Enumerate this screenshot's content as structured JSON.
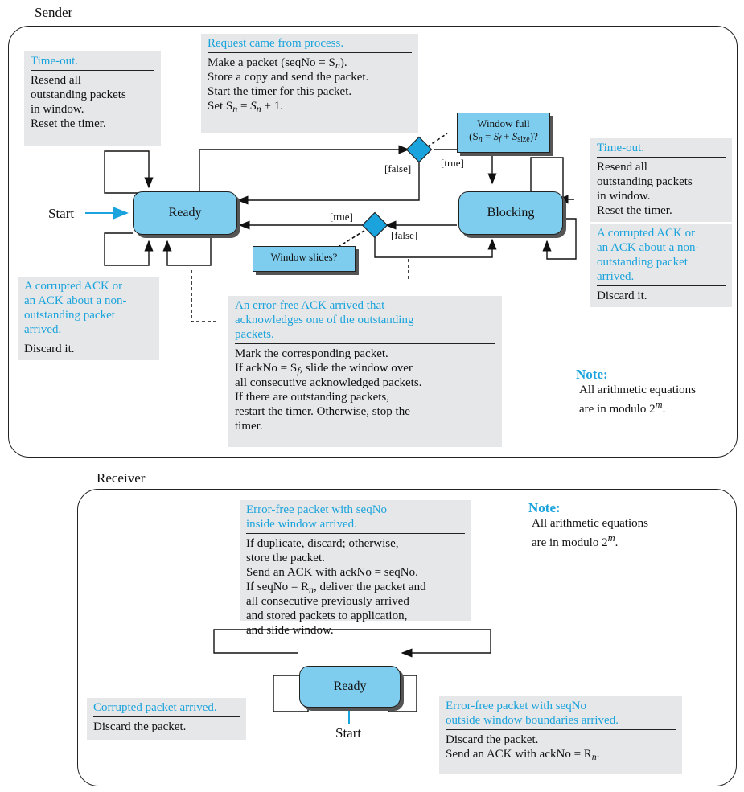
{
  "colors": {
    "condition_text": "#1aa3dc",
    "state_fill": "#7fcdee",
    "note_bg": "#e6e7e8",
    "decision_fill": "#1aa3dc"
  },
  "sender": {
    "label": "Sender",
    "states": {
      "ready": "Ready",
      "blocking": "Blocking"
    },
    "start_label": "Start",
    "timeout_left": {
      "condition": "Time-out.",
      "actions": [
        "Resend all",
        "outstanding packets",
        "in window.",
        "Reset the timer."
      ]
    },
    "request": {
      "condition": "Request came from process.",
      "actions": [
        "Make a packet (seqNo = S",
        "Store a copy and send the packet.",
        "Start the timer for this packet.",
        "Set S"
      ]
    },
    "window_full": {
      "line1": "Window full",
      "line2": "(S"
    },
    "timeout_right": {
      "condition": "Time-out.",
      "actions": [
        "Resend all",
        "outstanding packets",
        "in window.",
        "Reset the timer."
      ]
    },
    "corrupt_right": {
      "condition_lines": [
        "A corrupted ACK or",
        "an ACK about a non-",
        "outstanding packet",
        "arrived."
      ],
      "action": "Discard it."
    },
    "corrupt_left": {
      "condition_lines": [
        "A corrupted ACK or",
        "an ACK about a non-",
        "outstanding packet",
        "arrived."
      ],
      "action": "Discard it."
    },
    "window_slides": "Window slides?",
    "guard_true_top": "[true]",
    "guard_false_top": "[false]",
    "guard_true_mid": "[true]",
    "guard_false_mid": "[false]",
    "ack_free": {
      "condition_lines": [
        "An error-free ACK arrived that",
        "acknowledges one of the outstanding",
        "packets."
      ],
      "actions": [
        "Mark the corresponding packet.",
        "If ackNo = S",
        "all consecutive acknowledged packets.",
        "If there are outstanding packets,",
        "restart the timer. Otherwise, stop the",
        "timer."
      ]
    },
    "note": {
      "title": "Note:",
      "lines": [
        "All arithmetic equations",
        "are in modulo 2"
      ]
    }
  },
  "receiver": {
    "label": "Receiver",
    "state": "Ready",
    "start_label": "Start",
    "inside": {
      "condition_lines": [
        "Error-free packet with seqNo",
        "inside window arrived."
      ],
      "actions": [
        "If duplicate, discard; otherwise,",
        "store the packet.",
        "Send an ACK with ackNo = seqNo.",
        "If seqNo = R",
        "all consecutive previously arrived",
        "and stored packets to application,",
        "and slide window."
      ]
    },
    "corrupted": {
      "condition": "Corrupted packet arrived.",
      "action": "Discard the packet."
    },
    "outside": {
      "condition_lines": [
        "Error-free packet with seqNo",
        "outside window boundaries arrived."
      ],
      "actions": [
        "Discard the packet.",
        "Send an ACK with ackNo = R"
      ]
    },
    "note": {
      "title": "Note:",
      "lines": [
        "All arithmetic equations",
        "are in modulo 2"
      ]
    }
  }
}
